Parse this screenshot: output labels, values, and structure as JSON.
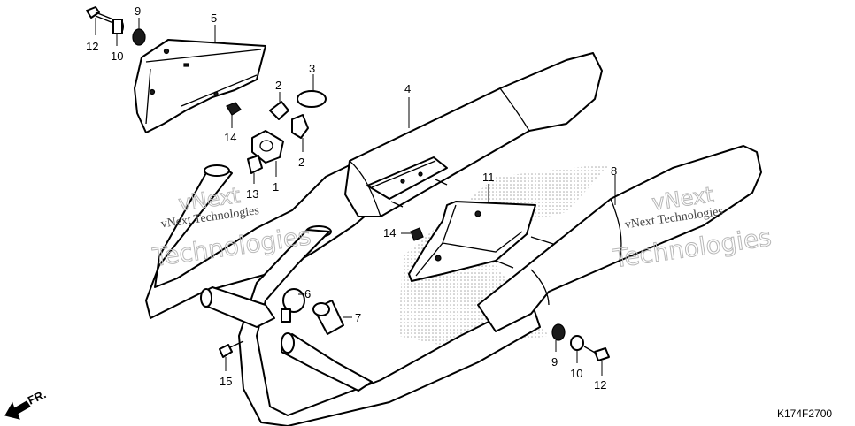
{
  "watermarks": {
    "left_small": "vNext Technologies",
    "left_big": "Technologies",
    "left_top": "vNext",
    "right_small": "vNext Technologies",
    "right_big": "Technologies",
    "right_top": "vNext"
  },
  "diagram_code": "K174F2700",
  "direction_label": "FR.",
  "callouts": [
    {
      "id": "c12a",
      "text": "12"
    },
    {
      "id": "c10a",
      "text": "10"
    },
    {
      "id": "c9a",
      "text": "9"
    },
    {
      "id": "c5",
      "text": "5"
    },
    {
      "id": "c2a",
      "text": "2"
    },
    {
      "id": "c3",
      "text": "3"
    },
    {
      "id": "c4",
      "text": "4"
    },
    {
      "id": "c14a",
      "text": "14"
    },
    {
      "id": "c2b",
      "text": "2"
    },
    {
      "id": "c1",
      "text": "1"
    },
    {
      "id": "c13",
      "text": "13"
    },
    {
      "id": "c11",
      "text": "11"
    },
    {
      "id": "c8",
      "text": "8"
    },
    {
      "id": "c14b",
      "text": "14"
    },
    {
      "id": "c6",
      "text": "6"
    },
    {
      "id": "c7",
      "text": "7"
    },
    {
      "id": "c15",
      "text": "15"
    },
    {
      "id": "c9b",
      "text": "9"
    },
    {
      "id": "c10b",
      "text": "10"
    },
    {
      "id": "c12b",
      "text": "12"
    }
  ]
}
